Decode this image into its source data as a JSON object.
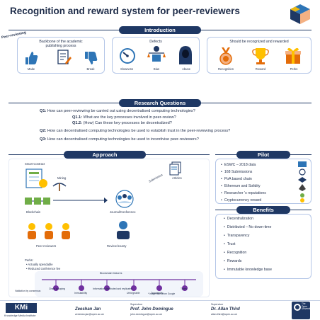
{
  "title": "Recognition and reward system for peer-reviewers",
  "sections": {
    "introduction": "Introduction",
    "research_questions": "Research Questions",
    "approach": "Approach",
    "pilot": "Pilot",
    "benefits": "Benefits"
  },
  "intro": {
    "ribbon": "Peer-reviewing",
    "backbone_title": "Backbone of the academic publishing process",
    "backbone_items": [
      "Make",
      "Break"
    ],
    "defects_title": "Defects",
    "defects_items": [
      "Slowness",
      "Bias",
      "Abuse"
    ],
    "reward_title": "Should be recognized and rewarded",
    "reward_items": [
      "Recognition",
      "Reward",
      "Perks"
    ]
  },
  "questions": [
    {
      "label": "Q1:",
      "text": "How can peer-reviewing be carried out using decentralised computing technologies?"
    },
    {
      "label": "Q1.1:",
      "text": "What are the key processes involved in peer-review?"
    },
    {
      "label": "Q1.2:",
      "text": "(How) Can these key-processes be decentralized?"
    },
    {
      "label": "Q2:",
      "text": "How can decentralised computing technologies be used to establish trust in the peer-reviewing process?"
    },
    {
      "label": "Q3:",
      "text": "How can decentralised computing technologies be used to incentivise peer-reviewers?"
    }
  ],
  "approach": {
    "smart_contract": "Smart Contract",
    "mining": "Mining",
    "blockchain": "Blockchain",
    "journal": "Journal/Conference",
    "submission": "Submission",
    "articles": "Articles",
    "peer_reviewers": "Peer-reviewers",
    "review_bounty": "Review bounty",
    "perks_title": "Perks:",
    "perks": [
      "Actually spendable",
      "Reduced conference fee"
    ],
    "features_title": "Blockchain features",
    "features": [
      "Chain grouping",
      "Immutability",
      "Information distributed and replicated",
      "Unforgeable",
      "Traceability",
      "Types",
      "Validation by consensus"
    ],
    "note": "* Image taken from Google"
  },
  "pilot": [
    "ESWC – 2018 data",
    "168 Submissions",
    "PoA based chain",
    "Ethereum and Solidity",
    "Researcher ’s reputations",
    "Cryptocurrency reward"
  ],
  "benefits": [
    "Decentralization",
    "Distributed – No down-time",
    "Transparency",
    "Trust",
    "Recognition",
    "Rewards",
    "Immutable knowledge base"
  ],
  "footer": {
    "kmi_logo": "KMi",
    "kmi_name": "Knowledge Media Institute",
    "author_name": "Zeeshan Jan",
    "author_email": "zeeshan.jan@open.ac.uk",
    "sup1_label": "Supervisor",
    "sup1_name": "Prof. John Domingue",
    "sup1_email": "john.domingue@open.ac.uk",
    "sup2_label": "Supervisor",
    "sup2_name": "Dr. Allan Third",
    "sup2_email": "allan.third@open.ac.uk",
    "ou_logo": "The Open University"
  },
  "colors": {
    "navy": "#1f3864",
    "light_blue": "#d9e2f3",
    "accent_orange": "#e36c09",
    "accent_green": "#70ad47"
  }
}
